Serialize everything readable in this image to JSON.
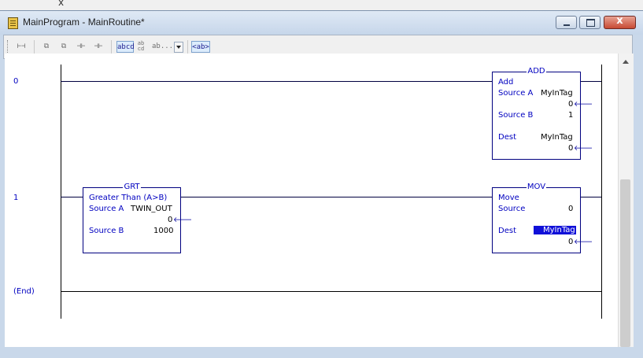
{
  "top_strip": {
    "glyph": "x"
  },
  "window": {
    "title": "MainProgram - MainRoutine*",
    "buttons": {
      "close": "x"
    }
  },
  "toolbar": {
    "icons": [
      {
        "name": "rung-insert-icon",
        "glyph": "⊢⊣"
      },
      {
        "name": "branch-icon",
        "glyph": "⧉"
      },
      {
        "name": "branch-level-icon",
        "glyph": "⧉"
      },
      {
        "name": "contact-icon",
        "glyph": "⊣⊢"
      },
      {
        "name": "coil-icon",
        "glyph": "⊣⊢"
      },
      {
        "name": "address-display-icon",
        "glyph": "abcd",
        "active": true
      },
      {
        "name": "description-display-icon",
        "glyph": "ab cd"
      },
      {
        "name": "tag-display-icon",
        "glyph": "ab..."
      },
      {
        "name": "operand-display-icon",
        "glyph": "<ab>",
        "active": true
      }
    ]
  },
  "rungs": [
    {
      "number": "0"
    },
    {
      "number": "1"
    },
    {
      "number": "(End)"
    }
  ],
  "add_block": {
    "mnemonic": "ADD",
    "title": "Add",
    "source_a_label": "Source A",
    "source_a_tag": "MyInTag",
    "source_a_value": "0",
    "source_b_label": "Source B",
    "source_b_value": "1",
    "dest_label": "Dest",
    "dest_tag": "MyInTag",
    "dest_value": "0"
  },
  "grt_block": {
    "mnemonic": "GRT",
    "title": "Greater Than (A>B)",
    "source_a_label": "Source A",
    "source_a_tag": "TWIN_OUT",
    "source_a_value": "0",
    "source_b_label": "Source B",
    "source_b_value": "1000"
  },
  "mov_block": {
    "mnemonic": "MOV",
    "title": "Move",
    "source_label": "Source",
    "source_value": "0",
    "dest_label": "Dest",
    "dest_tag": "MyInTag",
    "dest_value": "0"
  },
  "colors": {
    "instruction_text": "#0000c0",
    "selection": "#1010d8",
    "frame": "#c9d8ea"
  }
}
